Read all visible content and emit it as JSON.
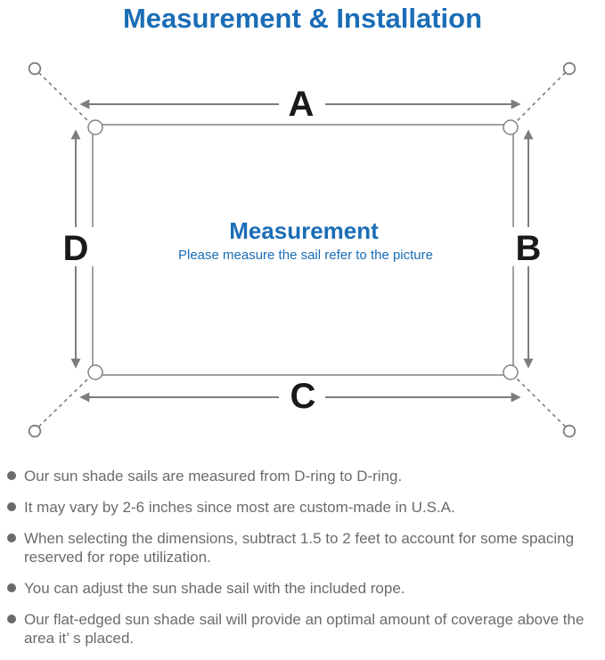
{
  "title": "Measurement & Installation",
  "diagram": {
    "label_a": "A",
    "label_b": "B",
    "label_c": "C",
    "label_d": "D",
    "center_title": "Measurement",
    "center_subtitle": "Please measure the sail refer to the picture"
  },
  "notes": {
    "items": [
      "Our sun shade sails are measured from D-ring to D-ring.",
      "It may vary by 2-6 inches since most are custom-made in U.S.A.",
      "When selecting the dimensions, subtract 1.5 to 2 feet to account for some spacing reserved for rope utilization.",
      "You can adjust the sun shade sail with the included rope.",
      "Our flat-edged sun shade sail will provide an optimal amount of coverage above the area it’ s placed."
    ]
  },
  "colors": {
    "accent_blue": "#1a6db6",
    "note_text_gray": "#6b6b6b",
    "diagram_line_gray": "#7d7d7d",
    "dimension_label_black": "#1a1a1a"
  }
}
